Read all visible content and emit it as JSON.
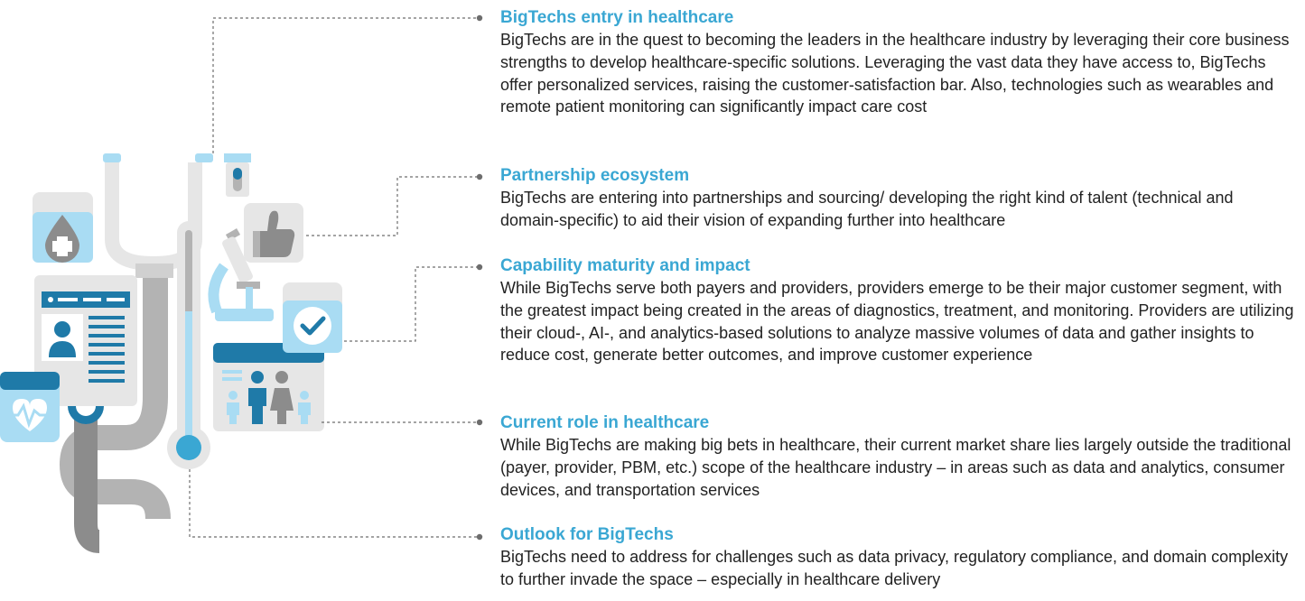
{
  "colors": {
    "heading": "#3aa7d3",
    "body_text": "#222222",
    "light_blue": "#a9dcf3",
    "mid_blue": "#3aa7d3",
    "dark_blue": "#1f7aa8",
    "light_gray": "#e6e6e6",
    "mid_gray": "#b3b3b3",
    "dark_gray": "#8c8c8c",
    "connector": "#6d6d6d"
  },
  "icons": [
    "stethoscope-icon",
    "blood-drop-cross-icon",
    "pill-bottle-icon",
    "thumbs-up-icon",
    "microscope-icon",
    "checkmark-icon",
    "patient-record-icon",
    "heartbeat-monitor-icon",
    "thermometer-icon",
    "family-icon"
  ],
  "sections": [
    {
      "title": "BigTechs entry in healthcare",
      "body": "BigTechs are in the quest to becoming the leaders in the healthcare industry by leveraging their core business strengths to develop healthcare-specific solutions. Leveraging the vast data they have access to, BigTechs offer personalized services, raising the customer-satisfaction bar. Also, technologies such as wearables and remote patient monitoring can significantly impact care cost"
    },
    {
      "title": "Partnership ecosystem",
      "body": "BigTechs are entering into partnerships and sourcing/ developing the right kind of talent (technical and domain-specific) to aid their vision of expanding further into healthcare"
    },
    {
      "title": "Capability maturity and impact",
      "body": "While BigTechs serve both payers and providers, providers emerge to be their major customer segment, with the greatest impact being created in the areas of diagnostics, treatment, and monitoring. Providers are utilizing their cloud-, AI-, and analytics-based solutions to analyze massive volumes of data and gather insights to reduce cost, generate better outcomes, and improve customer experience"
    },
    {
      "title": "Current role in healthcare",
      "body": "While BigTechs are making big bets in healthcare, their current market share lies largely outside the traditional (payer, provider, PBM, etc.) scope of the healthcare industry – in areas such as data and analytics, consumer devices, and transportation services"
    },
    {
      "title": "Outlook for BigTechs",
      "body": "BigTechs need to address for challenges such as data privacy, regulatory compliance, and domain complexity to further invade the space – especially in healthcare delivery"
    }
  ]
}
